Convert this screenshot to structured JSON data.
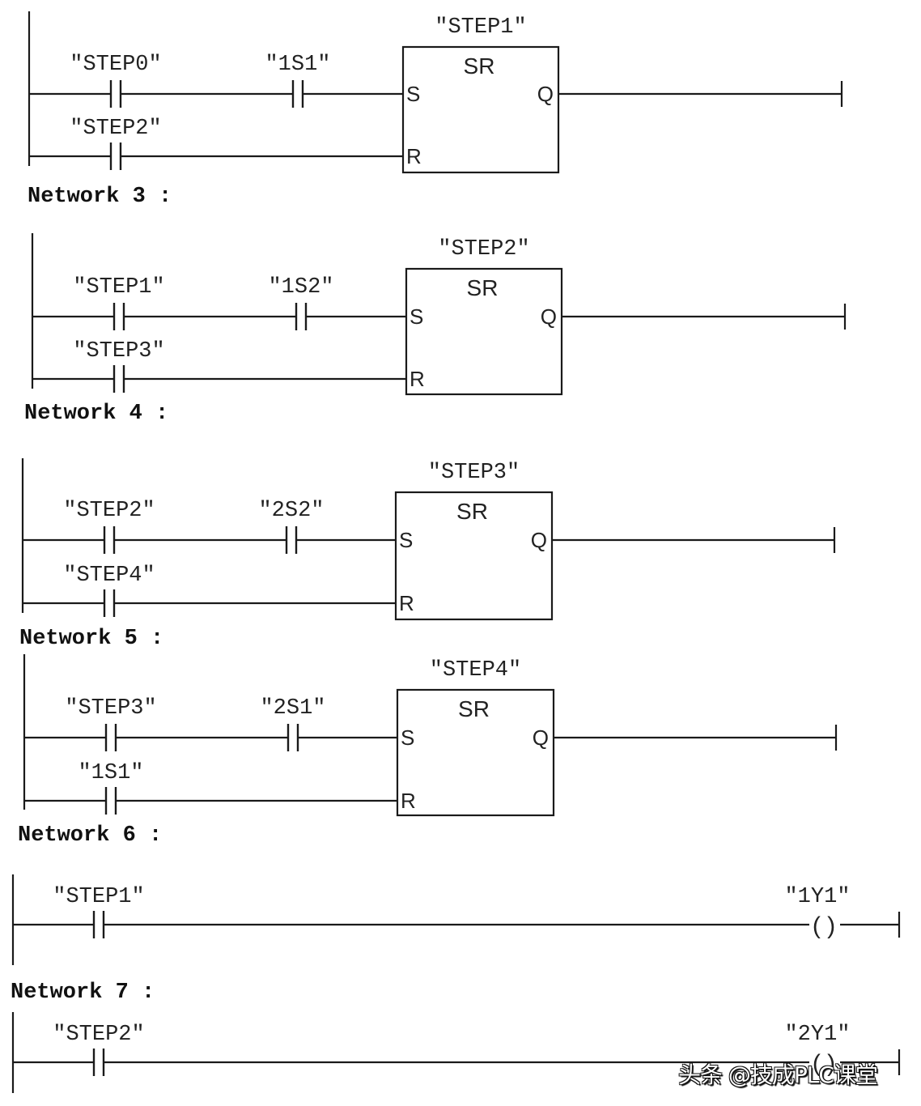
{
  "diagram": {
    "type": "ladder-logic",
    "sr_networks": [
      {
        "label": null,
        "block_tag": "\"STEP1\"",
        "block_type": "SR",
        "pins": {
          "set": "S",
          "reset": "R",
          "out": "Q"
        },
        "set_contacts": [
          "\"STEP0\"",
          "\"1S1\""
        ],
        "reset_contacts": [
          "\"STEP2\""
        ]
      },
      {
        "label": "Network 3 :",
        "block_tag": "\"STEP2\"",
        "block_type": "SR",
        "pins": {
          "set": "S",
          "reset": "R",
          "out": "Q"
        },
        "set_contacts": [
          "\"STEP1\"",
          "\"1S2\""
        ],
        "reset_contacts": [
          "\"STEP3\""
        ]
      },
      {
        "label": "Network 4 :",
        "block_tag": "\"STEP3\"",
        "block_type": "SR",
        "pins": {
          "set": "S",
          "reset": "R",
          "out": "Q"
        },
        "set_contacts": [
          "\"STEP2\"",
          "\"2S2\""
        ],
        "reset_contacts": [
          "\"STEP4\""
        ]
      },
      {
        "label": "Network 5 :",
        "block_tag": "\"STEP4\"",
        "block_type": "SR",
        "pins": {
          "set": "S",
          "reset": "R",
          "out": "Q"
        },
        "set_contacts": [
          "\"STEP3\"",
          "\"2S1\""
        ],
        "reset_contacts": [
          "\"1S1\""
        ]
      }
    ],
    "coil_networks": [
      {
        "label": "Network 6 :",
        "contact": "\"STEP1\"",
        "coil_tag": "\"1Y1\"",
        "coil_symbol": "( )"
      },
      {
        "label": "Network 7 :",
        "contact": "\"STEP2\"",
        "coil_tag": "\"2Y1\"",
        "coil_symbol": "( )"
      }
    ]
  },
  "watermark": "头条 @技成PLC课堂"
}
